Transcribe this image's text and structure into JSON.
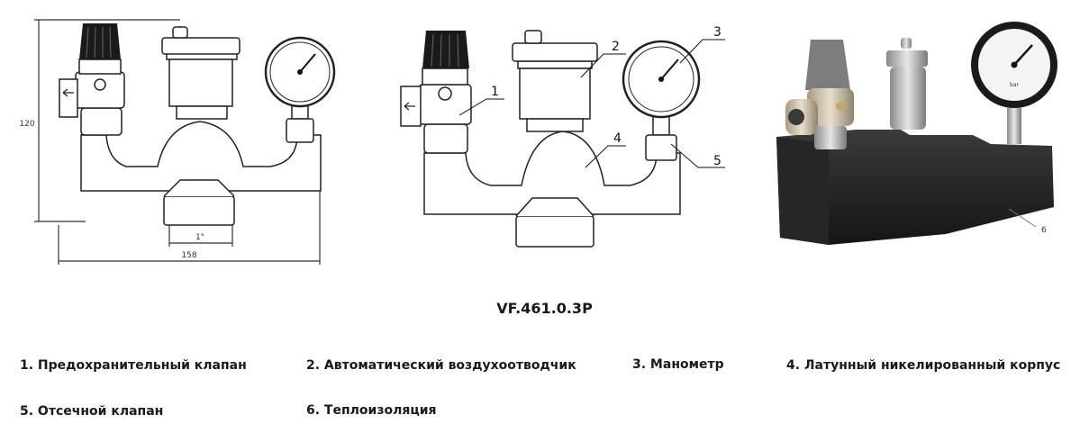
{
  "dimensions": {
    "height_label": "120",
    "connection_label": "1\"",
    "width_label": "158"
  },
  "callouts": [
    "1",
    "2",
    "3",
    "4",
    "5",
    "6"
  ],
  "gauge_unit": "bar",
  "model_code": "VF.461.0.3P",
  "legend": [
    "1. Предохранительный клапан",
    "2. Автоматический воздухоотводчик",
    "3. Манометр",
    "4. Латунный никелированный корпус",
    "5. Отсечной клапан",
    "6. Теплоизоляция"
  ]
}
